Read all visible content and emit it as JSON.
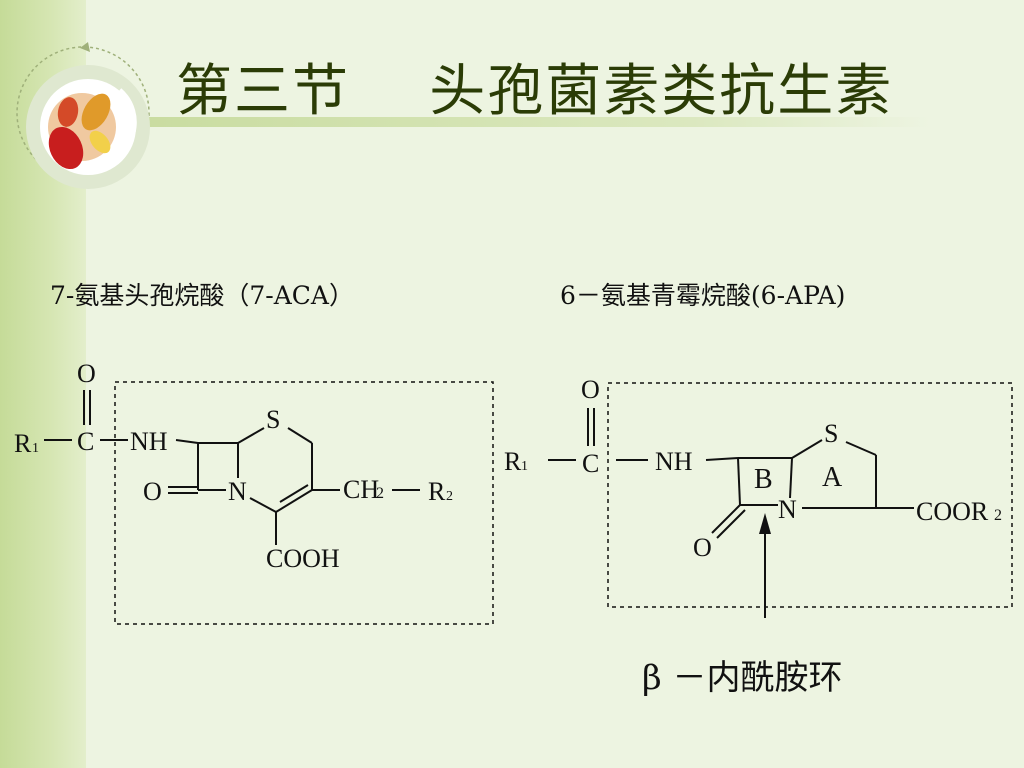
{
  "slide": {
    "title": "第三节    头孢菌素类抗生素",
    "colors": {
      "title": "#2b3c06",
      "sidebar": "#c5db98",
      "background": "#edf4e1"
    }
  },
  "structures": {
    "aca": {
      "label": "7-氨基头孢烷酸（7-ACA）",
      "atoms": {
        "o_carbonyl": "O",
        "r1": "R",
        "r1_sub": "1",
        "c": "C",
        "nh": "NH",
        "s": "S",
        "o_lactam": "O",
        "n": "N",
        "ch2": "CH",
        "ch2_sub": "2",
        "r2": "R",
        "r2_sub": "2",
        "cooh": "COOH"
      }
    },
    "apa": {
      "label": "6－氨基青霉烷酸(6-APA)",
      "atoms": {
        "o_carbonyl": "O",
        "r1": "R",
        "r1_sub": "1",
        "c": "C",
        "nh": "NH",
        "s": "S",
        "ring_b": "B",
        "ring_a": "A",
        "n": "N",
        "cooc": "COOR",
        "cooc_sub": "2",
        "o_lactam": "O"
      }
    }
  },
  "annotation": {
    "beta_lactam": "β －内酰胺环"
  }
}
